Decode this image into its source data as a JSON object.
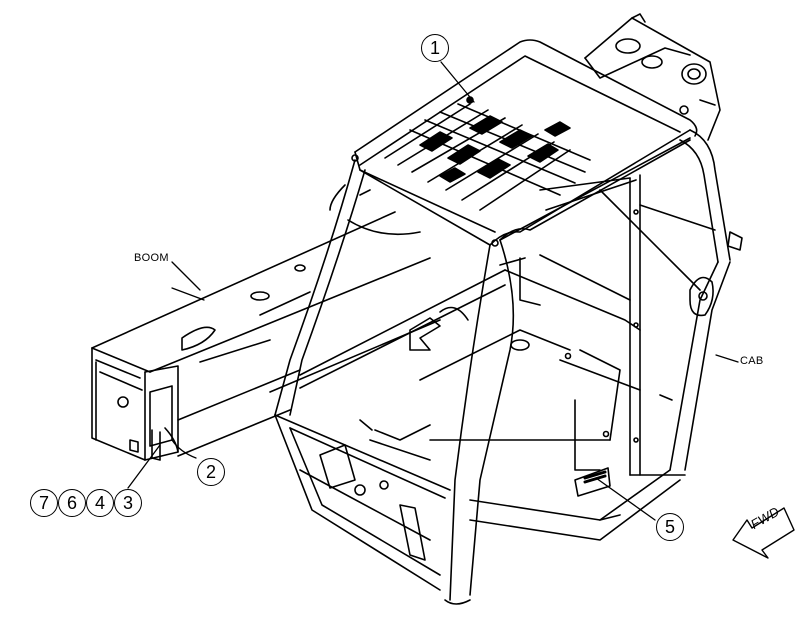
{
  "labels": {
    "boom": "BOOM",
    "cab": "CAB",
    "fwd": "FWD"
  },
  "callouts": [
    "1",
    "2",
    "3",
    "4",
    "5",
    "6",
    "7"
  ]
}
